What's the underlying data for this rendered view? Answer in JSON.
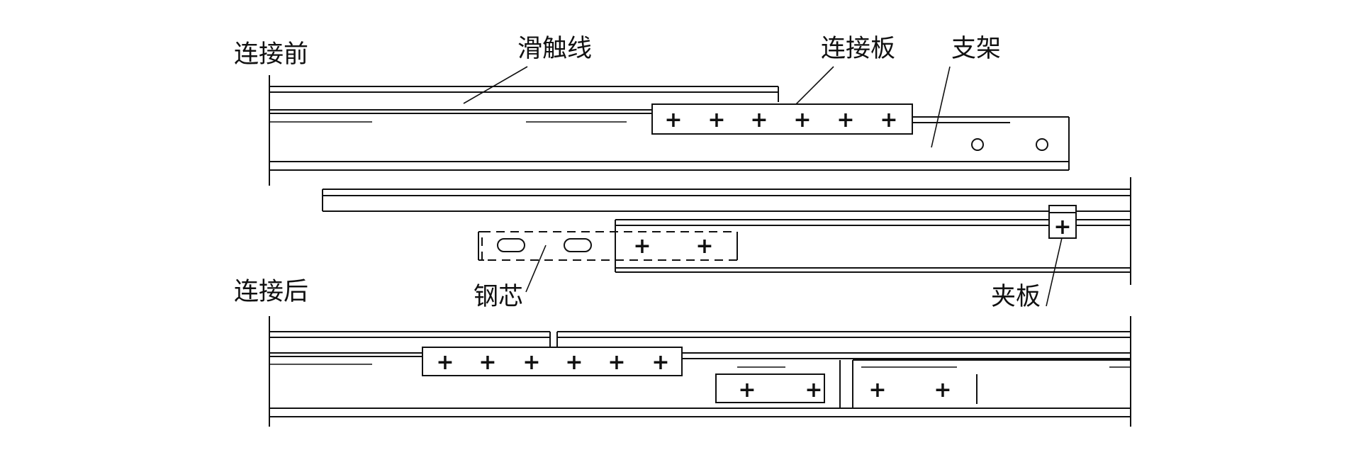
{
  "labels": {
    "before": "连接前",
    "after": "连接后",
    "trolley_wire": "滑触线",
    "connecting_plate": "连接板",
    "bracket": "支架",
    "steel_core": "钢芯",
    "clamp_plate": "夹板"
  },
  "plus_glyph": "+"
}
